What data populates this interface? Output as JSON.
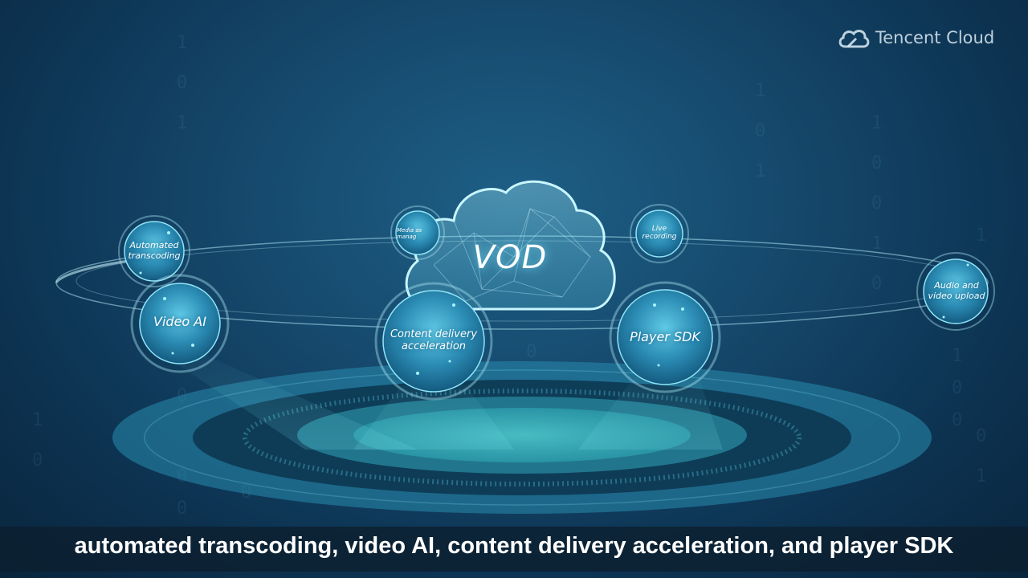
{
  "brand": {
    "name": "Tencent Cloud",
    "icon": "cloud-logo-icon"
  },
  "center": {
    "label": "VOD"
  },
  "nodes": [
    {
      "id": "automated-transcoding",
      "label_lines": [
        "Automated",
        "transcoding"
      ]
    },
    {
      "id": "video-ai",
      "label_lines": [
        "Video AI"
      ]
    },
    {
      "id": "media-asset-management",
      "label_lines": [
        "Media as",
        "manag"
      ]
    },
    {
      "id": "content-delivery",
      "label_lines": [
        "Content delivery",
        "acceleration"
      ]
    },
    {
      "id": "live-recording",
      "label_lines": [
        "Live",
        "recording"
      ]
    },
    {
      "id": "player-sdk",
      "label_lines": [
        "Player SDK"
      ]
    },
    {
      "id": "audio-video-upload",
      "label_lines": [
        "Audio and",
        "video upload"
      ]
    }
  ],
  "subtitle": "automated transcoding, video AI, content delivery acceleration, and player SDK",
  "colors": {
    "background": "#164a6e",
    "accent": "#6ee0f5",
    "sphere": "#3aa3c8",
    "platform": "#2fa6b8"
  }
}
